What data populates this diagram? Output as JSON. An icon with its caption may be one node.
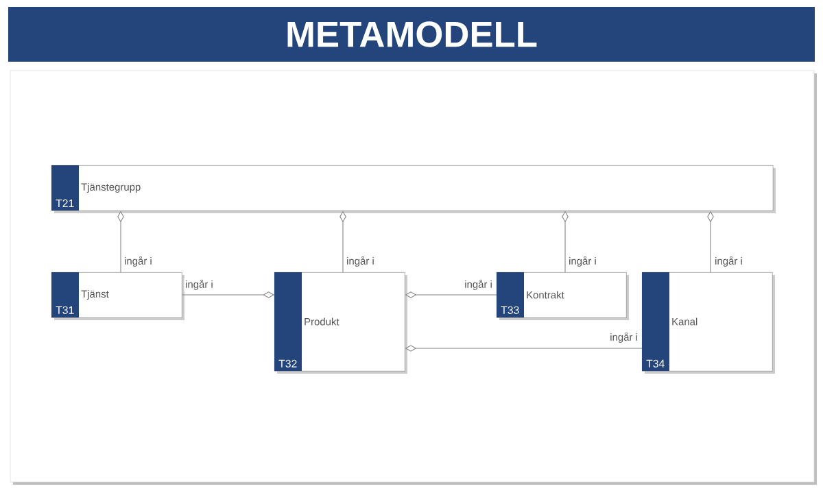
{
  "diagram": {
    "title": "METAMODELL",
    "nodes": [
      {
        "text": [
          "T21",
          "Tjänstegrupp"
        ]
      },
      {
        "text": [
          "T31",
          "Tjänst"
        ]
      },
      {
        "text": [
          "T32",
          "Produkt"
        ]
      },
      {
        "text": [
          "T33",
          "Kontrakt"
        ]
      },
      {
        "text": [
          "T34",
          "Kanal"
        ]
      }
    ],
    "edges": [
      {
        "from": 1,
        "to": 0,
        "arrow": "other",
        "label": "ingår i"
      },
      {
        "from": 2,
        "to": 0,
        "arrow": "other",
        "label": "ingår i"
      },
      {
        "from": 3,
        "to": 0,
        "arrow": "other",
        "label": "ingår i"
      },
      {
        "from": 4,
        "to": 0,
        "arrow": "other",
        "label": "ingår i"
      },
      {
        "from": 1,
        "to": 2,
        "arrow": "other",
        "label": "ingår i"
      },
      {
        "from": 3,
        "to": 2,
        "arrow": "other",
        "label": "ingår i"
      },
      {
        "from": 4,
        "to": 2,
        "arrow": "other",
        "label": "ingår i"
      }
    ]
  }
}
